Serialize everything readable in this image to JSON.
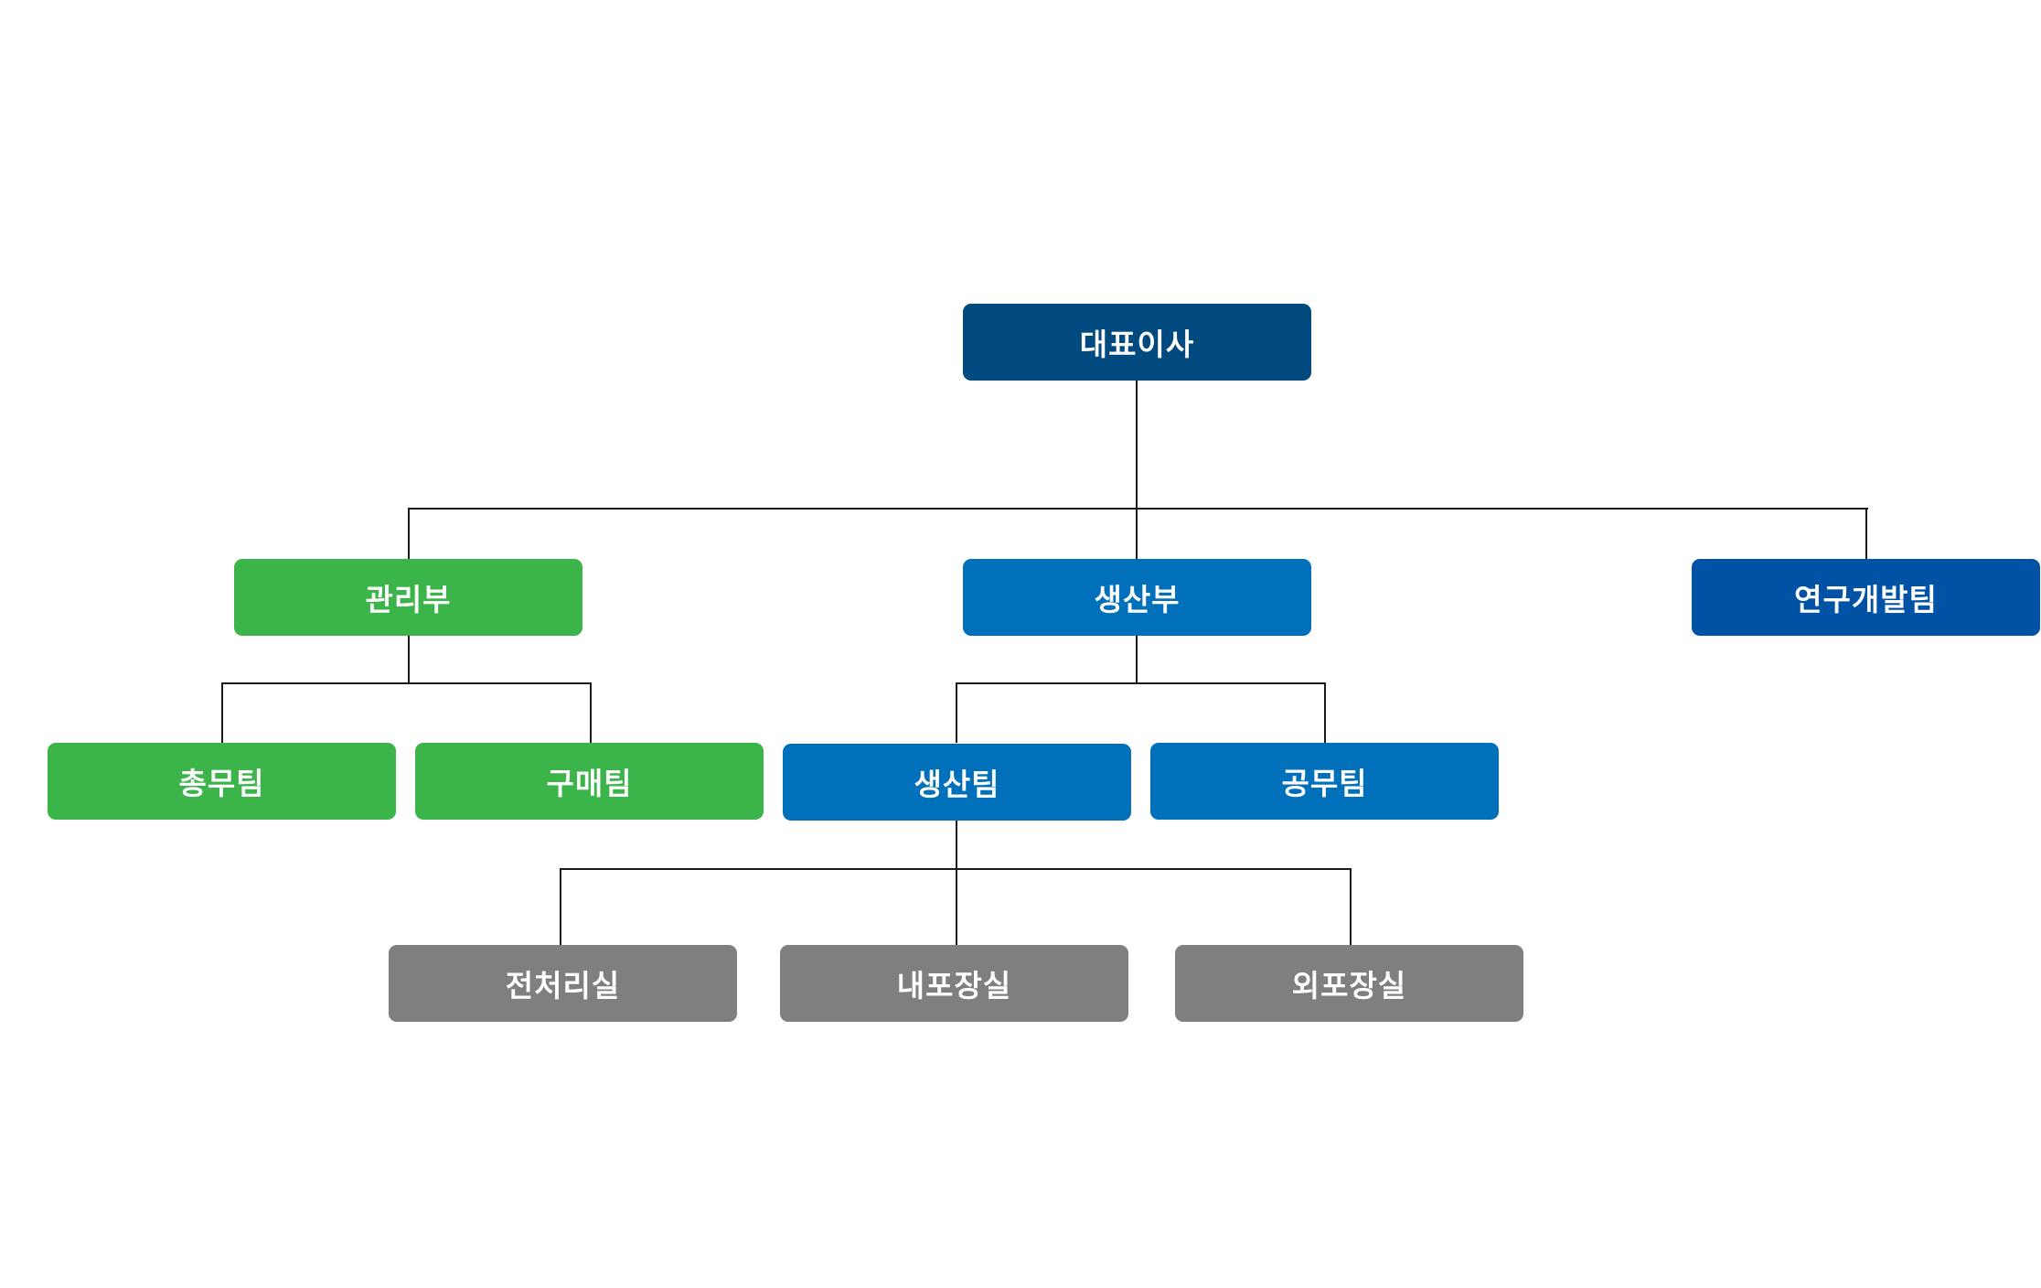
{
  "org": {
    "ceo": {
      "label": "대표이사"
    },
    "departments": [
      {
        "label": "관리부",
        "teams": [
          {
            "label": "총무팀"
          },
          {
            "label": "구매팀"
          }
        ]
      },
      {
        "label": "생산부",
        "teams": [
          {
            "label": "생산팀",
            "rooms": [
              {
                "label": "전처리실"
              },
              {
                "label": "내포장실"
              },
              {
                "label": "외포장실"
              }
            ]
          },
          {
            "label": "공무팀"
          }
        ]
      },
      {
        "label": "연구개발팀"
      }
    ]
  },
  "colors": {
    "ceo": "#004a80",
    "management_dept": "#3bb54a",
    "production_dept": "#0070ba",
    "rnd_team": "#0052a4",
    "rooms": "#7f7f7f",
    "connector": "#1a1a1a"
  }
}
